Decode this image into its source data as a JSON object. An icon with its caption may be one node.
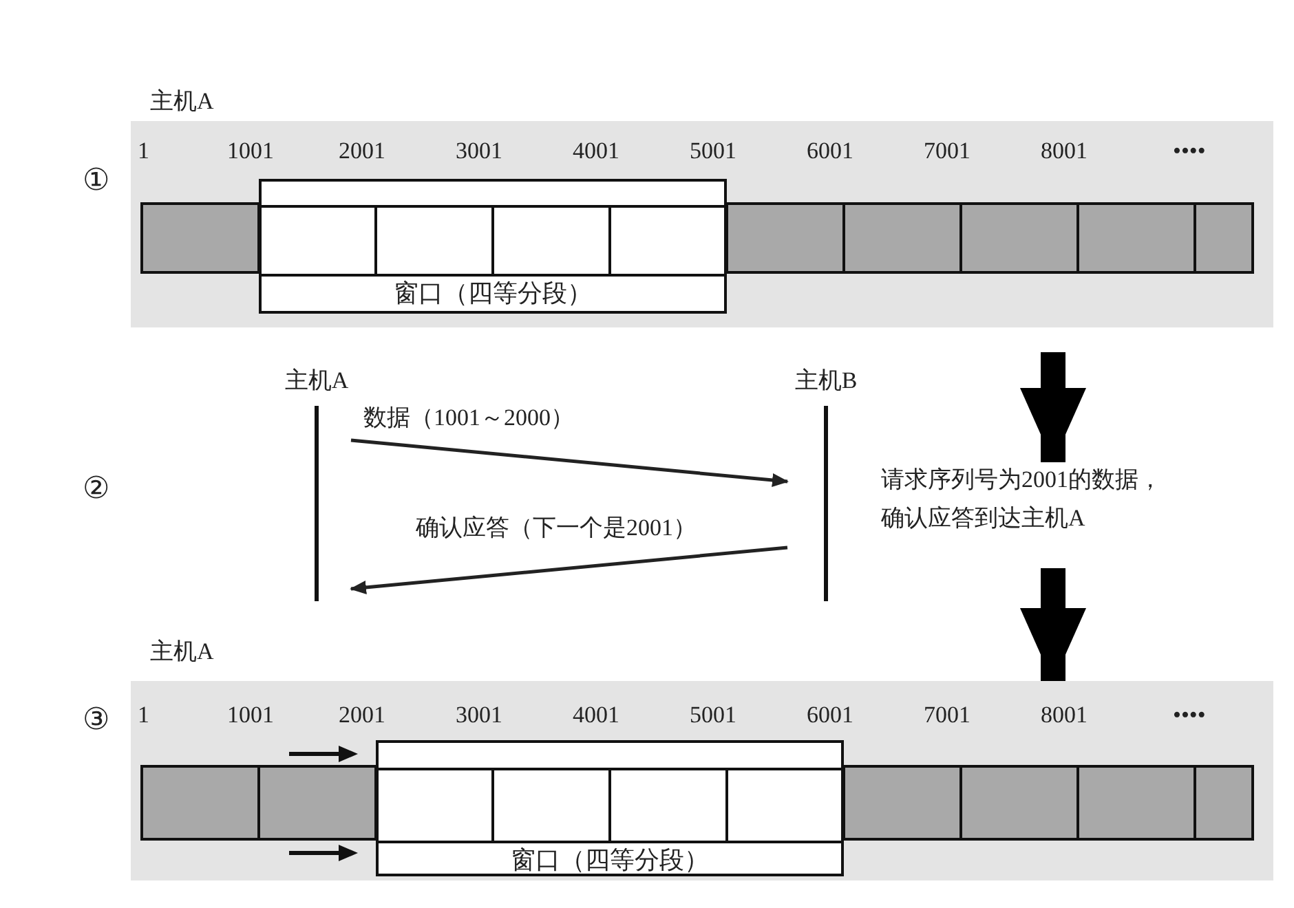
{
  "diagram": {
    "nodes": [
      {
        "text": [
          "主机A"
        ]
      },
      {
        "text": [
          "窗口（四等分段）"
        ],
        "in": 0
      },
      {
        "text": [
          "主机A"
        ]
      },
      {
        "text": [
          "主机B"
        ]
      },
      {
        "text": [
          "请求序列号为2001的数据，确认应答到达主机A"
        ]
      },
      {
        "text": [
          "主机A"
        ]
      },
      {
        "text": [
          "窗口（四等分段）"
        ],
        "in": 5
      }
    ],
    "edges": [
      {
        "from": 2,
        "to": 3,
        "arrow": "to",
        "label": "数据（1001～2000）"
      },
      {
        "from": 3,
        "to": 2,
        "arrow": "to",
        "label": "确认应答（下一个是2001）"
      },
      {
        "from": 0,
        "to": 4,
        "arrow": "to",
        "style": "thick"
      },
      {
        "from": 4,
        "to": 5,
        "arrow": "to",
        "style": "thick"
      }
    ],
    "labels": [
      "①",
      "1",
      "1001",
      "2001",
      "3001",
      "4001",
      "5001",
      "6001",
      "7001",
      "8001",
      "••••",
      "②",
      "③",
      "1",
      "1001",
      "2001",
      "3001",
      "4001",
      "5001",
      "6001",
      "7001",
      "8001",
      "••••"
    ]
  }
}
